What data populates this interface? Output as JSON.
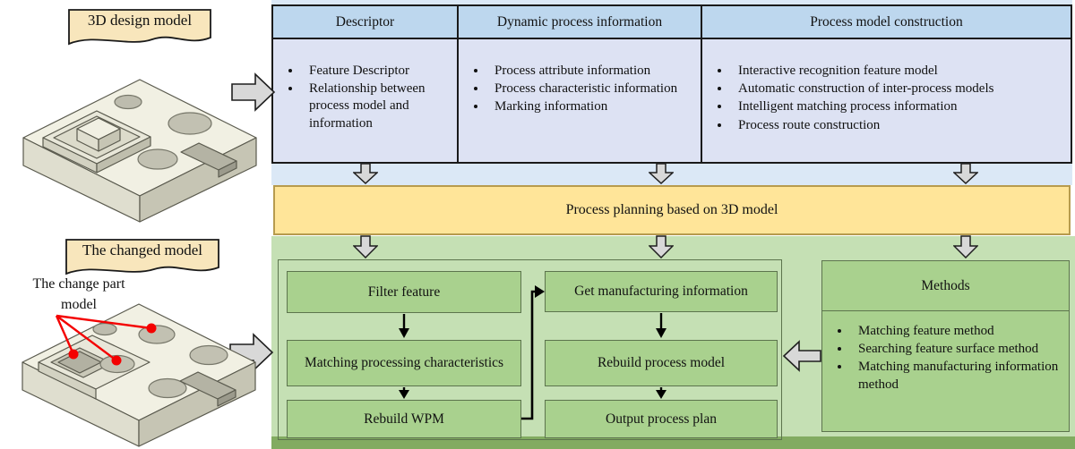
{
  "banners": {
    "design_model": "3D design model",
    "changed_model": "The changed model"
  },
  "annotation": {
    "line1": "The change part",
    "line2": "model"
  },
  "table": {
    "columns": [
      {
        "header": "Descriptor",
        "items": [
          "Feature Descriptor",
          "Relationship between process model and information"
        ]
      },
      {
        "header": "Dynamic process information",
        "items": [
          "Process attribute information",
          "Process characteristic information",
          "Marking information"
        ]
      },
      {
        "header": "Process model construction",
        "items": [
          "Interactive recognition feature model",
          "Automatic construction of inter-process models",
          "Intelligent matching process information",
          "Process route construction"
        ]
      }
    ]
  },
  "process_bar": {
    "label": "Process planning based on 3D model"
  },
  "flow": {
    "left": [
      "Filter feature",
      "Matching processing characteristics",
      "Rebuild WPM"
    ],
    "right": [
      "Get manufacturing information",
      "Rebuild process model",
      "Output process plan"
    ]
  },
  "methods": {
    "title": "Methods",
    "items": [
      "Matching feature method",
      "Searching feature surface method",
      "Matching manufacturing information method"
    ]
  },
  "colors": {
    "band_blue": "#dbe8f6",
    "table_header_blue": "#bdd7ee",
    "table_body_lavender": "#dde2f3",
    "bar_orange": "#ffe599",
    "bar_orange_border": "#b79b4e",
    "panel_green": "#c5e0b4",
    "panel_green_dark_strip": "#82ab61",
    "box_green": "#a9d18e",
    "box_green_border": "#5c744d",
    "banner_cream": "#f8e6bc",
    "arrow_gray": "#d8d8d8",
    "annotation_red": "#f40000"
  }
}
